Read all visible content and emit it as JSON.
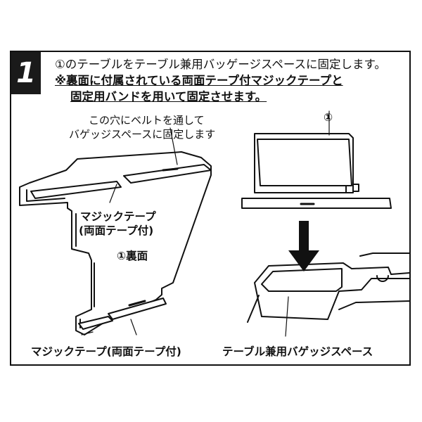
{
  "step_number": "1",
  "instructions": {
    "line1": "①のテーブルをテーブル兼用バッゲージスペースに固定します。",
    "line2": "※裏面に付属されている両面テープ付マジックテープと",
    "line3": "固定用バンドを用いて固定させます。"
  },
  "labels": {
    "hole_note_1": "この穴にベルトを通して",
    "hole_note_2": "バゲッジスペースに固定します",
    "magic_tape_top_1": "マジックテープ",
    "magic_tape_top_2": "(両面テープ付)",
    "back_side": "①裏面",
    "marker_1": "①",
    "magic_tape_bottom": "マジックテープ(両面テープ付)",
    "baggage_space": "テーブル兼用バゲッジスペース"
  }
}
